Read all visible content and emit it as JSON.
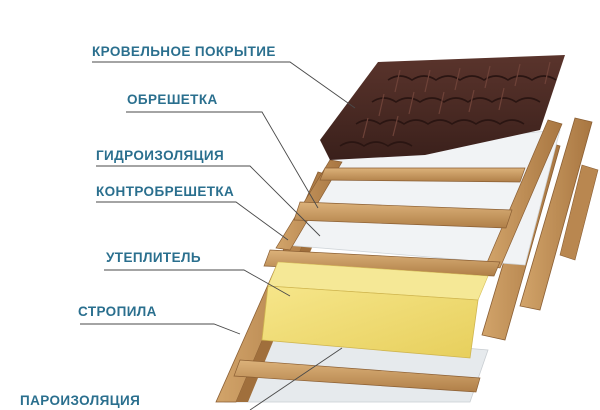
{
  "diagram": {
    "title": "",
    "labels": [
      {
        "id": "roof-covering",
        "text": "КРОВЕЛЬНОЕ ПОКРЫТИЕ"
      },
      {
        "id": "battens",
        "text": "ОБРЕШЕТКА"
      },
      {
        "id": "waterproofing",
        "text": "ГИДРОИЗОЛЯЦИЯ"
      },
      {
        "id": "counter-battens",
        "text": "КОНТРОБРЕШЕТКА"
      },
      {
        "id": "insulation",
        "text": "УТЕПЛИТЕЛЬ"
      },
      {
        "id": "rafters",
        "text": "СТРОПИЛА"
      },
      {
        "id": "vapor-barrier",
        "text": "ПАРОИЗОЛЯЦИЯ"
      }
    ],
    "colors": {
      "label": "#2a6f8e",
      "wood": "#c99a5e",
      "wood_dark": "#9c7040",
      "membrane": "#eef1f3",
      "insulation": "#f2df73",
      "tile": "#4a2a24"
    }
  }
}
